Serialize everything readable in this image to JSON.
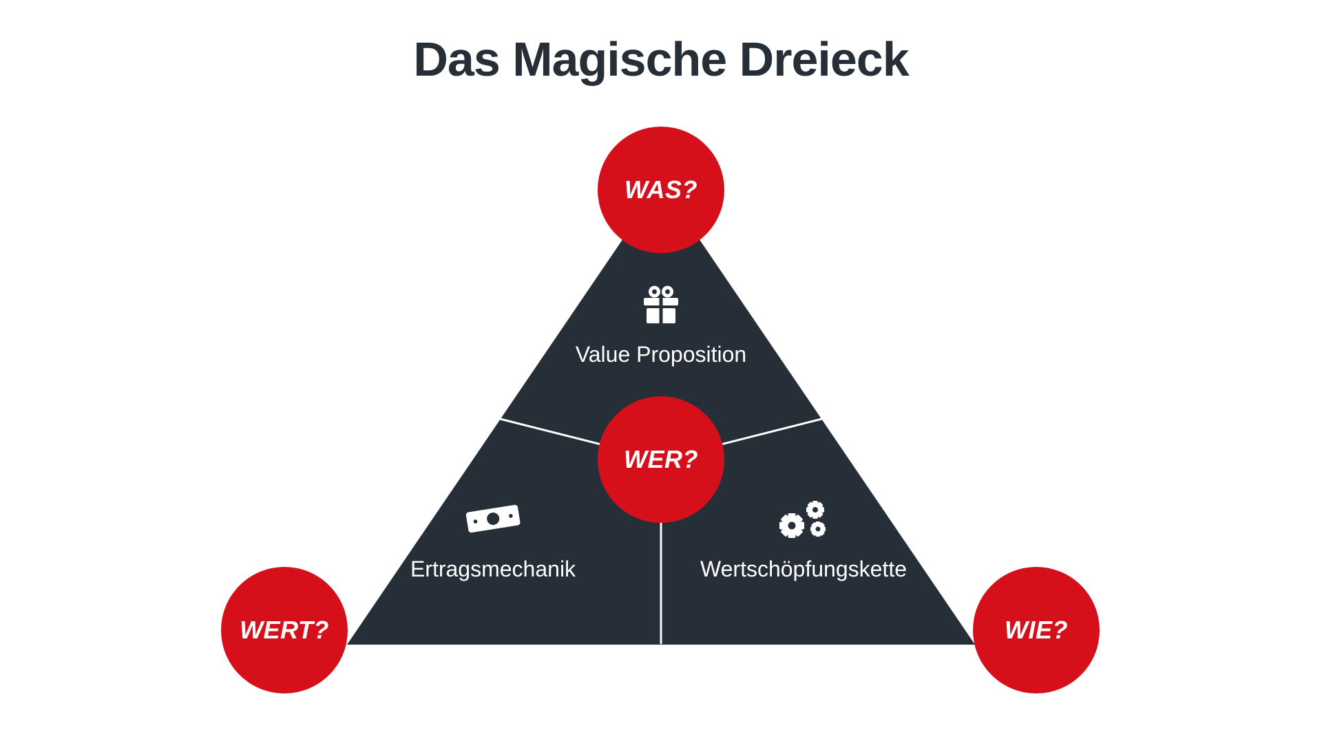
{
  "title": "Das Magische Dreieck",
  "colors": {
    "dark": "#262e38",
    "red": "#d6101b",
    "white": "#ffffff"
  },
  "nodes": {
    "top": {
      "label": "WAS?"
    },
    "center": {
      "label": "WER?"
    },
    "bottom_left": {
      "label": "WERT?"
    },
    "bottom_right": {
      "label": "WIE?"
    }
  },
  "regions": {
    "top": {
      "label": "Value Proposition",
      "icon": "gift-icon"
    },
    "left": {
      "label": "Ertragsmechanik",
      "icon": "banknote-icon"
    },
    "right": {
      "label": "Wertschöpfungskette",
      "icon": "gears-icon"
    }
  }
}
